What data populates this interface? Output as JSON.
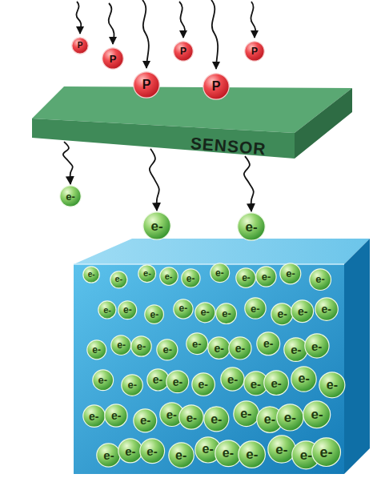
{
  "diagram": {
    "nodes": [
      {
        "text": [
          "P"
        ]
      },
      {
        "text": [
          "P"
        ]
      },
      {
        "text": [
          "P"
        ]
      },
      {
        "text": [
          "P"
        ]
      },
      {
        "text": [
          "P"
        ]
      },
      {
        "text": [
          "P"
        ]
      },
      {
        "text": [
          "SENSOR"
        ]
      },
      {
        "text": [
          "e-"
        ]
      },
      {
        "text": [
          "e-"
        ]
      },
      {
        "text": [
          "e-"
        ]
      },
      {
        "text": [
          "e-"
        ]
      },
      {
        "text": [
          "e-"
        ]
      },
      {
        "text": [
          "e-"
        ]
      },
      {
        "text": [
          "e-"
        ]
      },
      {
        "text": [
          "e-"
        ]
      },
      {
        "text": [
          "e-"
        ]
      },
      {
        "text": [
          "e-"
        ]
      },
      {
        "text": [
          "e-"
        ]
      },
      {
        "text": [
          "e-"
        ]
      },
      {
        "text": [
          "e-"
        ]
      },
      {
        "text": [
          "e-"
        ]
      },
      {
        "text": [
          "e-"
        ]
      },
      {
        "text": [
          "e-"
        ]
      },
      {
        "text": [
          "e-"
        ]
      },
      {
        "text": [
          "e-"
        ]
      },
      {
        "text": [
          "e-"
        ]
      },
      {
        "text": [
          "e-"
        ]
      },
      {
        "text": [
          "e-"
        ]
      },
      {
        "text": [
          "e-"
        ]
      },
      {
        "text": [
          "e-"
        ]
      },
      {
        "text": [
          "e-"
        ]
      },
      {
        "text": [
          "e-"
        ]
      },
      {
        "text": [
          "e-"
        ]
      },
      {
        "text": [
          "e-"
        ]
      },
      {
        "text": [
          "e-"
        ]
      },
      {
        "text": [
          "e-"
        ]
      },
      {
        "text": [
          "e-"
        ]
      },
      {
        "text": [
          "e-"
        ]
      },
      {
        "text": [
          "e-"
        ]
      },
      {
        "text": [
          "e-"
        ]
      },
      {
        "text": [
          "e-"
        ]
      },
      {
        "text": [
          "e-"
        ]
      },
      {
        "text": [
          "e-"
        ]
      },
      {
        "text": [
          "e-"
        ]
      },
      {
        "text": [
          "e-"
        ]
      },
      {
        "text": [
          "e-"
        ]
      },
      {
        "text": [
          "e-"
        ]
      },
      {
        "text": [
          "e-"
        ]
      },
      {
        "text": [
          "e-"
        ]
      },
      {
        "text": [
          "e-"
        ]
      },
      {
        "text": [
          "e-"
        ]
      },
      {
        "text": [
          "e-"
        ]
      },
      {
        "text": [
          "e-"
        ]
      },
      {
        "text": [
          "e-"
        ]
      },
      {
        "text": [
          "e-"
        ]
      },
      {
        "text": [
          "e-"
        ]
      },
      {
        "text": [
          "e-"
        ]
      },
      {
        "text": [
          "e-"
        ]
      },
      {
        "text": [
          "e-"
        ]
      },
      {
        "text": [
          "e-"
        ]
      },
      {
        "text": [
          "e-"
        ]
      },
      {
        "text": [
          "e-"
        ]
      },
      {
        "text": [
          "e-"
        ]
      },
      {
        "text": [
          "e-"
        ]
      },
      {
        "text": [
          "e-"
        ]
      },
      {
        "text": [
          "e-"
        ]
      },
      {
        "text": [
          "e-"
        ]
      },
      {
        "text": [
          "e-"
        ]
      },
      {
        "text": [
          "e-"
        ]
      },
      {
        "text": [
          "e-"
        ]
      }
    ],
    "edges": [
      {
        "from": 6,
        "to": 7,
        "arrow": "to"
      },
      {
        "from": 6,
        "to": 8,
        "arrow": "to"
      },
      {
        "from": 6,
        "to": 9,
        "arrow": "to"
      }
    ]
  }
}
